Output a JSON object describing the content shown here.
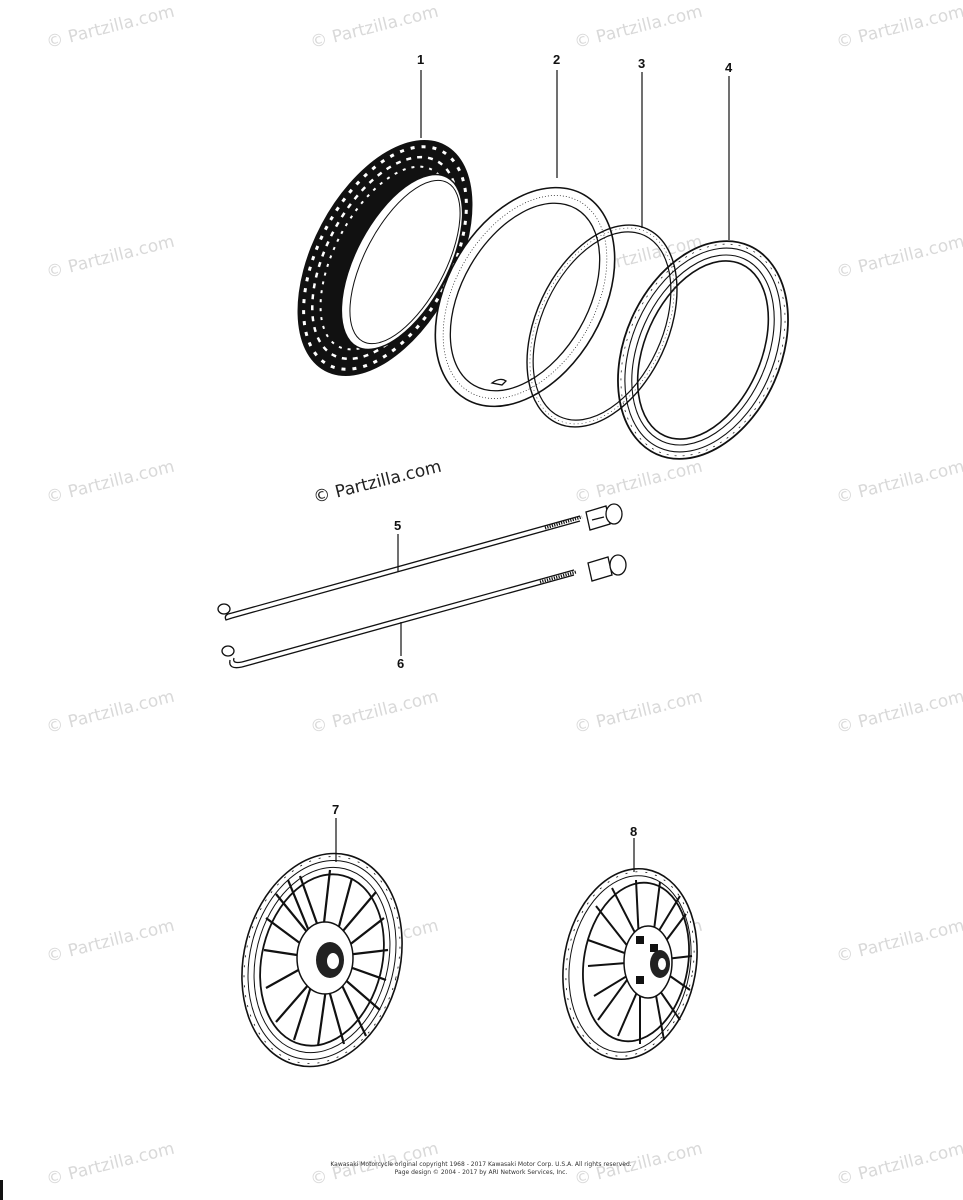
{
  "watermark": "© Partzilla.com",
  "overlay_watermark": "© Partzilla.com",
  "callouts": [
    {
      "id": "1",
      "label": "1"
    },
    {
      "id": "2",
      "label": "2"
    },
    {
      "id": "3",
      "label": "3"
    },
    {
      "id": "4",
      "label": "4"
    },
    {
      "id": "5",
      "label": "5"
    },
    {
      "id": "6",
      "label": "6"
    },
    {
      "id": "7",
      "label": "7"
    },
    {
      "id": "8",
      "label": "8"
    }
  ],
  "footer": {
    "line1": "Kawasaki Motorcycle original copyright 1968 - 2017 Kawasaki Motor Corp. U.S.A. All rights reserved.",
    "line2": "Page design © 2004 - 2017 by ARI Network Services, Inc."
  }
}
